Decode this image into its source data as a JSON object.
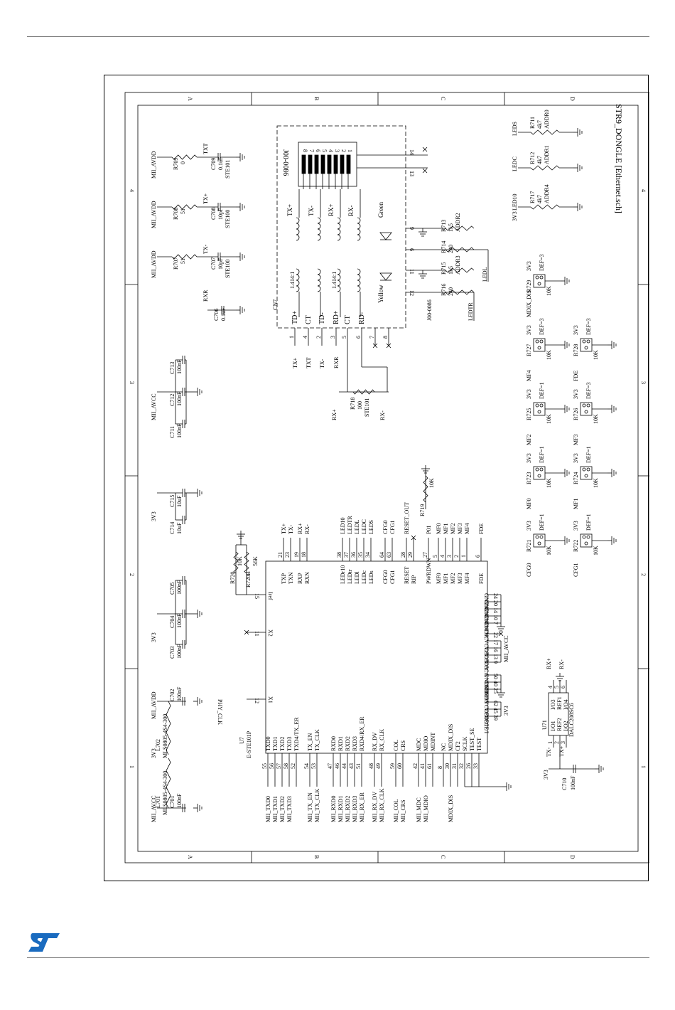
{
  "page": {
    "logo": "st-logo"
  },
  "schematic": {
    "title": "STR9_DONGLE [Ethernet.sch]",
    "zone_letters": [
      "A",
      "B",
      "C",
      "D"
    ],
    "zone_numbers": [
      "4",
      "3",
      "2",
      "1"
    ],
    "power": {
      "mii_avdd": "MII_AVDD",
      "mii_avcc": "MII_AVCC",
      "v3v3": "3V3"
    },
    "tx_caps": [
      {
        "res": "R709",
        "res_val": "0",
        "cap": "C709",
        "cap_val": "0.1uF",
        "cap_part": "STE101",
        "net": "TXT"
      },
      {
        "res": "R708",
        "res_val": "51",
        "cap": "C708",
        "cap_val": "10pF",
        "cap_part": "STE100",
        "net": "TX+"
      },
      {
        "res": "R707",
        "res_val": "51",
        "cap": "C707",
        "cap_val": "10pF",
        "cap_part": "STE100",
        "net": "TX-"
      }
    ],
    "c706": {
      "ref": "C706",
      "val": "0.1uF",
      "net": "RXR"
    },
    "decoupling": [
      {
        "ref": "C713",
        "val": "100nF"
      },
      {
        "ref": "C712",
        "val": "100nF"
      },
      {
        "ref": "C711",
        "val": "100nF"
      },
      {
        "ref": "C715",
        "val": "10uF"
      },
      {
        "ref": "C714",
        "val": "10uF"
      },
      {
        "ref": "C705",
        "val": "100nF"
      },
      {
        "ref": "C704",
        "val": "100nF"
      },
      {
        "ref": "C703",
        "val": "100nF"
      },
      {
        "ref": "C702",
        "val": "100nF"
      },
      {
        "ref": "C701",
        "val": "100nF"
      }
    ],
    "ferrites": [
      {
        "ref": "L702",
        "part": "MLS0805-4S4-300"
      },
      {
        "ref": "L701",
        "part": "MLS0805-4S4-300"
      }
    ],
    "connector": {
      "ref": "CN7",
      "part": "J00-0086",
      "part2": "J00-0086",
      "transformer": "1.414:1",
      "pins_top": [
        "8",
        "7",
        "6",
        "5",
        "4",
        "3",
        "2",
        "1"
      ],
      "winding_labels": [
        "TX+",
        "TX-",
        "RX+",
        "RX-"
      ],
      "bottom_pins": [
        {
          "num": "1",
          "name": "TD+",
          "net": "TX+"
        },
        {
          "num": "4",
          "name": "CT",
          "net": "TXT"
        },
        {
          "num": "2",
          "name": "TD-",
          "net": "TX-"
        },
        {
          "num": "3",
          "name": "RD+",
          "net": "RXR"
        },
        {
          "num": "5",
          "name": "CT",
          "net": ""
        },
        {
          "num": "6",
          "name": "RD-",
          "net": ""
        },
        {
          "num": "7",
          "name": "",
          "net": ""
        },
        {
          "num": "8",
          "name": "",
          "net": ""
        }
      ],
      "led_pins": [
        "14",
        "13",
        "9",
        "10",
        "11",
        "12"
      ],
      "led_green": "Green",
      "led_yellow": "Yellow"
    },
    "led_resistors": [
      {
        "ref": "R713",
        "val": "1k5",
        "net": "ADDR2"
      },
      {
        "ref": "R714",
        "val": "240",
        "net": ""
      },
      {
        "ref": "R715",
        "val": "1k5",
        "net": "ADDR3"
      },
      {
        "ref": "R716",
        "val": "240",
        "net": ""
      }
    ],
    "led_nets": [
      "LEDL",
      "LEDTR"
    ],
    "r718": {
      "ref": "R718",
      "val": "100",
      "part": "STE101",
      "net_a": "RX+",
      "net_b": "RX-"
    },
    "addr": [
      {
        "net": "LEDS",
        "ref": "R711",
        "val": "4k7",
        "addr": "ADDR0"
      },
      {
        "net": "LEDC",
        "ref": "R712",
        "val": "4k7",
        "addr": "ADDR1"
      },
      {
        "net": "LED10",
        "ref": "R717",
        "val": "4k7",
        "addr": "ADDR4"
      }
    ],
    "jumpers": [
      {
        "ref": "R729",
        "def": "DEF=3",
        "net": "MDIX_DIS"
      },
      {
        "ref": "R727",
        "def": "DEF=3",
        "net": "MF4"
      },
      {
        "ref": "R728",
        "def": "DEF=3",
        "net": "FDE"
      },
      {
        "ref": "R725",
        "def": "DEF=1",
        "net": "MF2"
      },
      {
        "ref": "R726",
        "def": "DEF=3",
        "net": "MF3"
      },
      {
        "ref": "R723",
        "def": "DEF=1",
        "net": "MF0"
      },
      {
        "ref": "R724",
        "def": "DEF=1",
        "net": "MF1"
      },
      {
        "ref": "R721",
        "def": "DEF=1",
        "net": "CFG0"
      },
      {
        "ref": "R722",
        "def": "DEF=1",
        "net": "CFG1"
      }
    ],
    "jumper_res": "10K",
    "r719": {
      "ref": "R719",
      "val": "10K",
      "net": "P01"
    },
    "iref": {
      "r1": "R720",
      "r1v": "10K",
      "r2": "R720B",
      "r2v": "56K"
    },
    "u7": {
      "ref": "U7",
      "part": "E-STE101P",
      "top_pins": [
        {
          "num": "21",
          "name": "TXP",
          "net": "TX+"
        },
        {
          "num": "23",
          "name": "TXN",
          "net": "TX-"
        },
        {
          "num": "19",
          "name": "RXP",
          "net": "RX+"
        },
        {
          "num": "18",
          "name": "RXN",
          "net": "RX-"
        },
        {
          "num": "38",
          "name": "LEDr10",
          "net": "LED10"
        },
        {
          "num": "37",
          "name": "LEDtr",
          "net": "LEDTR"
        },
        {
          "num": "36",
          "name": "LEDl",
          "net": "LEDL"
        },
        {
          "num": "35",
          "name": "LEDc",
          "net": "LEDC"
        },
        {
          "num": "34",
          "name": "LEDs",
          "net": "LEDS"
        },
        {
          "num": "64",
          "name": "CFG0",
          "net": "CFG0"
        },
        {
          "num": "63",
          "name": "CFG1",
          "net": "CFG1"
        },
        {
          "num": "28",
          "name": "RESET",
          "net": "RESET_OUT"
        },
        {
          "num": "29",
          "name": "RIP",
          "net": ""
        },
        {
          "num": "27",
          "name": "PWRDWN",
          "net": "P01"
        },
        {
          "num": "5",
          "name": "MF0",
          "net": "MF0"
        },
        {
          "num": "4",
          "name": "MF1",
          "net": "MF1"
        },
        {
          "num": "3",
          "name": "MF2",
          "net": "MF2"
        },
        {
          "num": "2",
          "name": "MF3",
          "net": "MF3"
        },
        {
          "num": "1",
          "name": "MF4",
          "net": "MF4"
        },
        {
          "num": "6",
          "name": "FDE",
          "net": "FDE"
        }
      ],
      "right_pins": [
        {
          "num": "24",
          "name": "GNDA"
        },
        {
          "num": "20",
          "name": "GNDA"
        },
        {
          "num": "14",
          "name": "GNDA"
        },
        {
          "num": "10",
          "name": "GNDA"
        },
        {
          "num": "7",
          "name": "GNDA"
        },
        {
          "num": "22",
          "name": "NC"
        },
        {
          "num": "17",
          "name": "VCCA"
        },
        {
          "num": "16",
          "name": "VCCA"
        },
        {
          "num": "13",
          "name": "VCCA"
        },
        {
          "num": "9",
          "name": "VCCA"
        },
        {
          "num": "50",
          "name": "GNDE/I"
        },
        {
          "num": "40",
          "name": "GNDE/I"
        },
        {
          "num": "25",
          "name": "GNDE"
        },
        {
          "num": "62",
          "name": "VCCE/I"
        },
        {
          "num": "45",
          "name": "VCCE/I"
        },
        {
          "num": "39",
          "name": "VCCE/I"
        }
      ],
      "left_pins": [
        {
          "num": "15",
          "name": "Iref"
        },
        {
          "num": "11",
          "name": "X2"
        },
        {
          "num": "12",
          "name": "X1",
          "net": "PHY_CLK"
        }
      ],
      "bottom_pins": [
        {
          "num": "55",
          "name": "TXD0",
          "net": "MII_TXD0"
        },
        {
          "num": "56",
          "name": "TXD1",
          "net": "MII_TXD1"
        },
        {
          "num": "57",
          "name": "TXD2",
          "net": "MII_TXD2"
        },
        {
          "num": "58",
          "name": "TXD3",
          "net": "MII_TXD3"
        },
        {
          "num": "52",
          "name": "TXD4/TX_ER",
          "net": ""
        },
        {
          "num": "54",
          "name": "TX_EN",
          "net": "MII_TX_EN"
        },
        {
          "num": "53",
          "name": "TX_CLK",
          "net": "MII_TX_CLK"
        },
        {
          "num": "47",
          "name": "RXD0",
          "net": "MII_RXD0"
        },
        {
          "num": "46",
          "name": "RXD1",
          "net": "MII_RXD1"
        },
        {
          "num": "44",
          "name": "RXD2",
          "net": "MII_RXD2"
        },
        {
          "num": "43",
          "name": "RXD3",
          "net": "MII_RXD3"
        },
        {
          "num": "51",
          "name": "RXD4/RX_ER",
          "net": "MII_RX_ER"
        },
        {
          "num": "48",
          "name": "RX_DV",
          "net": "MII_RX_DV"
        },
        {
          "num": "49",
          "name": "RX_CLK",
          "net": "MII_RX_CLK"
        },
        {
          "num": "59",
          "name": "COL",
          "net": "MII_COL"
        },
        {
          "num": "60",
          "name": "CRS",
          "net": "MII_CRS"
        },
        {
          "num": "42",
          "name": "MDC",
          "net": "MII_MDC"
        },
        {
          "num": "41",
          "name": "MDIO",
          "net": "MII_MDIO"
        },
        {
          "num": "61",
          "name": "MDINT",
          "net": ""
        },
        {
          "num": "8",
          "name": "NC",
          "net": ""
        },
        {
          "num": "30",
          "name": "MDIX_DIS",
          "net": "MDIX_DIS"
        },
        {
          "num": "31",
          "name": "CF2",
          "net": ""
        },
        {
          "num": "32",
          "name": "SCLK",
          "net": ""
        },
        {
          "num": "26",
          "name": "TEST_SE",
          "net": ""
        },
        {
          "num": "33",
          "name": "TEST",
          "net": ""
        }
      ]
    },
    "u71": {
      "ref": "U71",
      "part": "DALC208SC6",
      "pins": [
        "I/O1",
        "REF2",
        "I/O2",
        "I/O3",
        "REF1",
        "I/O4"
      ],
      "pin_nums": [
        "1",
        "2",
        "3",
        "4",
        "5",
        "6"
      ],
      "nets": [
        "TX-",
        "TX+",
        "RX+",
        "RX-"
      ],
      "cap": "C710",
      "cap_val": "100nF"
    }
  }
}
